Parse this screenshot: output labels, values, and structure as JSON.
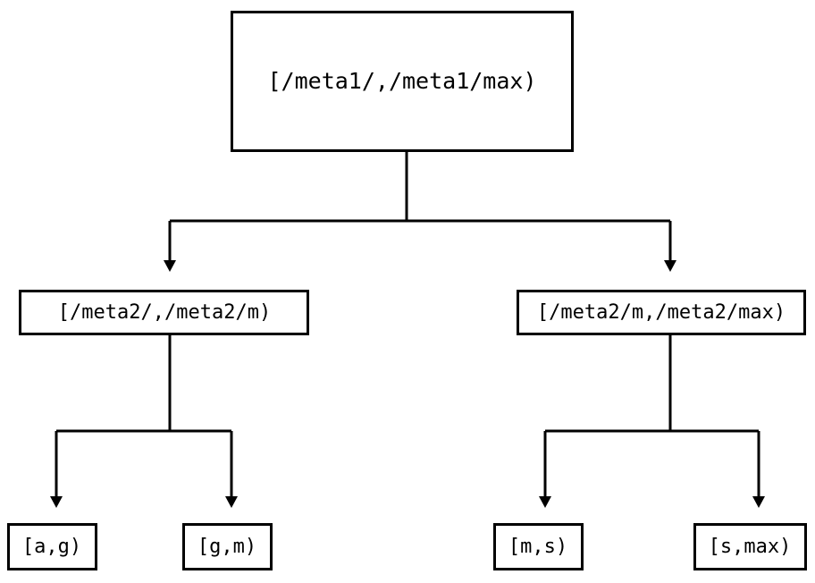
{
  "diagram": {
    "type": "tree",
    "title": "",
    "background_color": "#ffffff",
    "line_color": "#000000",
    "text_color": "#000000",
    "nodes": {
      "root": {
        "label": "[/meta1/,/meta1/max)",
        "level": 0
      },
      "mid_left": {
        "label": "[/meta2/,/meta2/m)",
        "level": 1
      },
      "mid_right": {
        "label": "[/meta2/m,/meta2/max)",
        "level": 1
      },
      "leaf_1": {
        "label": "[a,g)",
        "level": 2
      },
      "leaf_2": {
        "label": "[g,m)",
        "level": 2
      },
      "leaf_3": {
        "label": "[m,s)",
        "level": 2
      },
      "leaf_4": {
        "label": "[s,max)",
        "level": 2
      }
    },
    "edges": [
      {
        "from": "root",
        "to": "mid_left"
      },
      {
        "from": "root",
        "to": "mid_right"
      },
      {
        "from": "mid_left",
        "to": "leaf_1"
      },
      {
        "from": "mid_left",
        "to": "leaf_2"
      },
      {
        "from": "mid_right",
        "to": "leaf_3"
      },
      {
        "from": "mid_right",
        "to": "leaf_4"
      }
    ]
  }
}
